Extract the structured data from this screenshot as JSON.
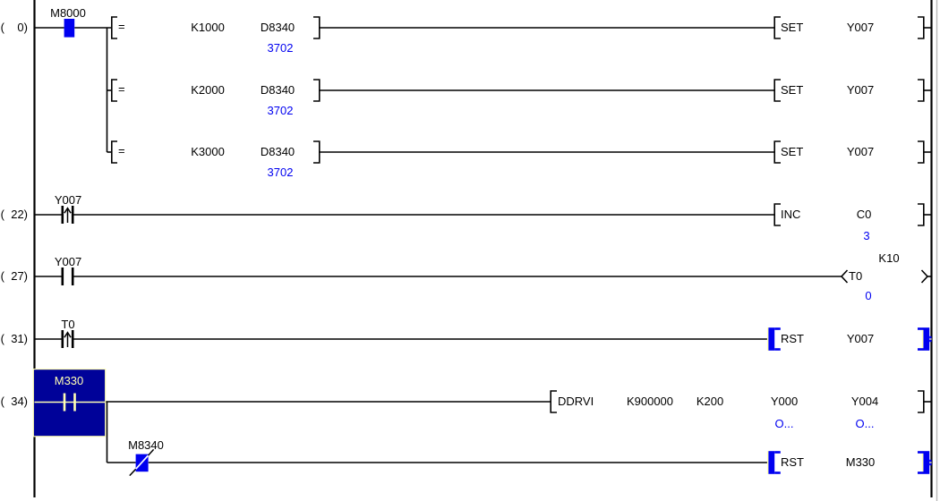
{
  "colors": {
    "energized": "#0000f0",
    "monitor_value": "#0000f0",
    "selection_bg": "#000299",
    "selection_fg": "#ffffb4",
    "wire": "#000000",
    "pane_border": "#b8b8b8"
  },
  "rung0": {
    "step": "(    0)",
    "contact": "M8000",
    "rows": [
      {
        "op": "=",
        "src": "K1000",
        "dst": "D8340",
        "dst_value": "3702",
        "out_cmd": "SET",
        "out_dev": "Y007"
      },
      {
        "op": "=",
        "src": "K2000",
        "dst": "D8340",
        "dst_value": "3702",
        "out_cmd": "SET",
        "out_dev": "Y007"
      },
      {
        "op": "=",
        "src": "K3000",
        "dst": "D8340",
        "dst_value": "3702",
        "out_cmd": "SET",
        "out_dev": "Y007"
      }
    ]
  },
  "rung22": {
    "step": "(  22)",
    "contact": "Y007",
    "cmd": "INC",
    "dev": "C0",
    "dev_value": "3"
  },
  "rung27": {
    "step": "(  27)",
    "contact": "Y007",
    "coil_dev": "T0",
    "preset": "K10",
    "current_value": "0"
  },
  "rung31": {
    "step": "(  31)",
    "contact": "T0",
    "cmd": "RST",
    "dev": "Y007"
  },
  "rung34": {
    "step": "(  34)",
    "contact": "M330",
    "cmd": "DDRVI",
    "op1": "K900000",
    "op2": "K200",
    "op3": "Y000",
    "op3_value": "O...",
    "op4": "Y004",
    "op4_value": "O..."
  },
  "rung34b": {
    "contact": "M8340",
    "cmd": "RST",
    "dev": "M330"
  }
}
